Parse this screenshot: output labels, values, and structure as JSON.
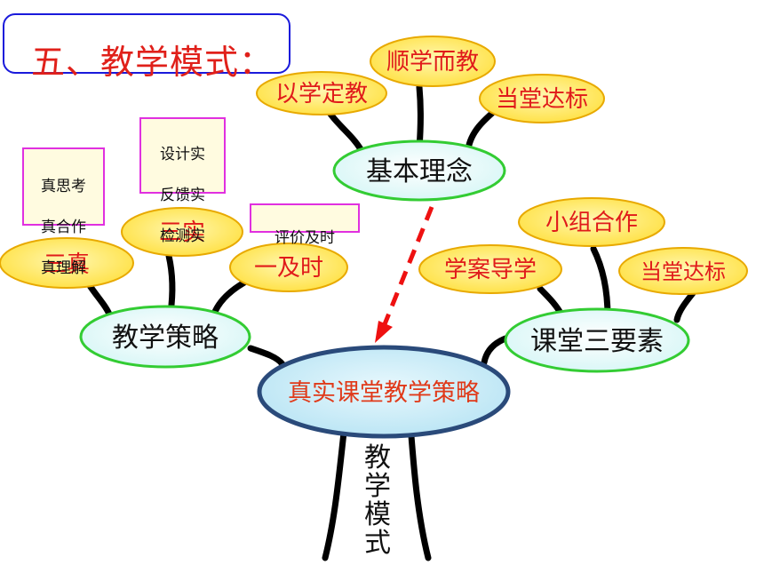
{
  "title": "五、教学模式：",
  "center": {
    "label": "真实课堂教学策略",
    "text_color": "#e03a1a",
    "fill": "#c8ecf8",
    "stroke": "#2a4a7a"
  },
  "hubs": {
    "basic_concept": "基本理念",
    "strategy": "教学策略",
    "classroom": "课堂三要素"
  },
  "leaves": {
    "basic_concept": [
      "以学定教",
      "顺学而教",
      "当堂达标"
    ],
    "strategy": [
      "三真",
      "三实",
      "一及时"
    ],
    "classroom": [
      "学案导学",
      "小组合作",
      "当堂达标"
    ]
  },
  "notes": {
    "zhen": [
      "真思考",
      "真合作",
      "真理解"
    ],
    "shi": [
      "设计实",
      "反馈实",
      "检测实"
    ],
    "jishi": "评价及时"
  },
  "trunk_label": [
    "教",
    "学",
    "模",
    "式"
  ],
  "colors": {
    "leaf_fill": "#ffe766",
    "leaf_stroke": "#e8a900",
    "leaf_text": "#e01a1a",
    "hub_fill": "#e8fbfb",
    "hub_stroke": "#33cc33",
    "branch": "#000000",
    "arrow": "#ee1111",
    "note_border": "#e030e0",
    "title_border": "#1a1adb",
    "title_text": "#e0201a"
  }
}
